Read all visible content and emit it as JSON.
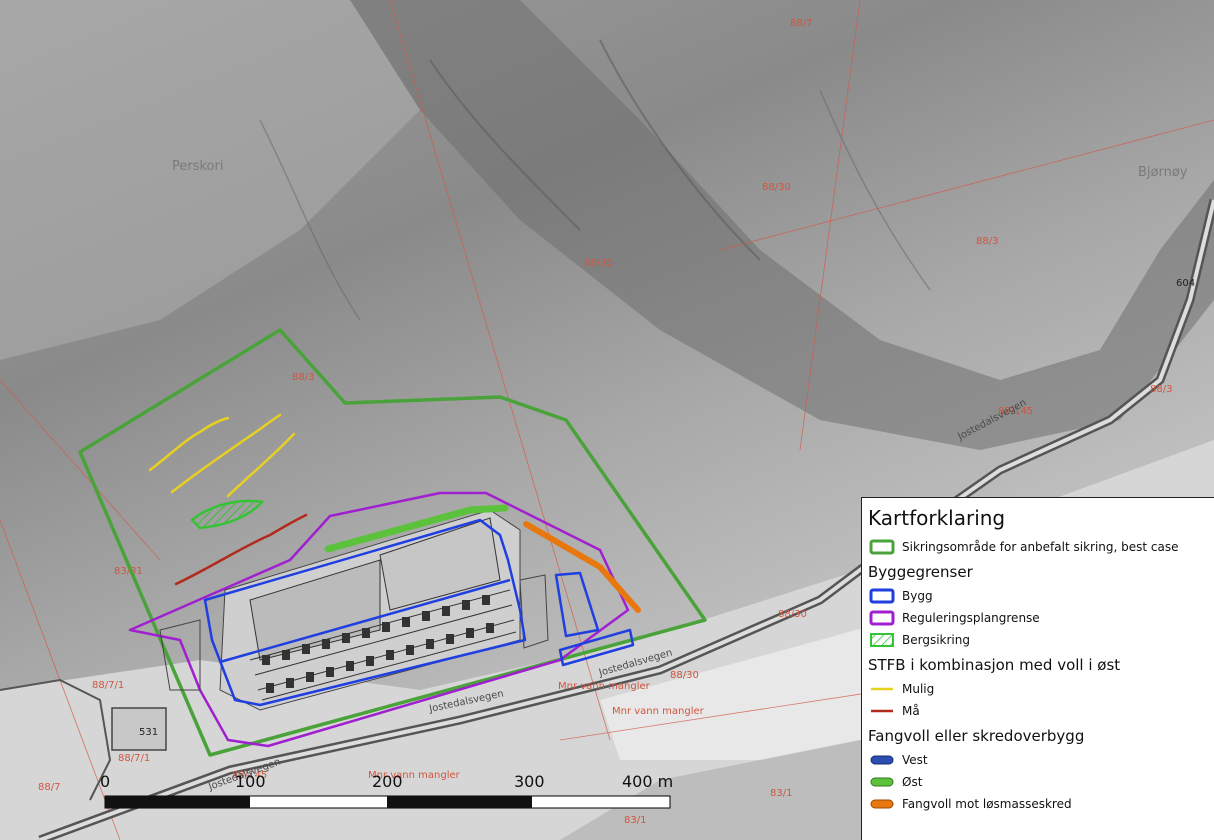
{
  "map": {
    "place_names": [
      "Perskori",
      "Bjørnøy"
    ],
    "parcel_labels": [
      "88/7",
      "88/30",
      "88/3",
      "88/3",
      "88/145",
      "88/30",
      "88/3",
      "83/31",
      "88/7/1",
      "88/30",
      "Mnr vann mangler",
      "88/7",
      "83/1",
      "83/1",
      "88/7/1",
      "Mnr vann mangler",
      "88/145",
      "Mnr vann mangler",
      "88/30"
    ],
    "road_names": [
      "Jostedalsvegen",
      "Jostedalsvegen",
      "Jostedalsvegen",
      "Jostedalsvegen"
    ],
    "road_number": "604",
    "building_number": "531",
    "colors": {
      "sikringsomrade": "#4aa33a",
      "bygg": "#1f3fe0",
      "reguleringsplangrense": "#a020d0",
      "bergsikring": "#36c236",
      "mulig": "#e8d020",
      "maa": "#b22a1c",
      "vest": "#2b4eb3",
      "ost": "#5cc23c",
      "fangvoll": "#e8780e",
      "parcel_line": "#d25a4a"
    }
  },
  "scalebar": {
    "ticks": [
      "0",
      "100",
      "200",
      "300",
      "400 m"
    ]
  },
  "legend": {
    "title": "Kartforklaring",
    "items": [
      {
        "label": "Sikringsområde for anbefalt sikring, best case"
      }
    ],
    "groups": [
      {
        "title": "Byggegrenser",
        "items": [
          {
            "label": "Bygg"
          },
          {
            "label": "Reguleringsplangrense"
          },
          {
            "label": "Bergsikring"
          }
        ]
      },
      {
        "title": "STFB i kombinasjon med voll i øst",
        "items": [
          {
            "label": "Mulig"
          },
          {
            "label": "Må"
          }
        ]
      },
      {
        "title": "Fangvoll eller skredoverbygg",
        "items": [
          {
            "label": "Vest"
          },
          {
            "label": "Øst"
          },
          {
            "label": "Fangvoll mot løsmasseskred"
          }
        ]
      }
    ]
  }
}
